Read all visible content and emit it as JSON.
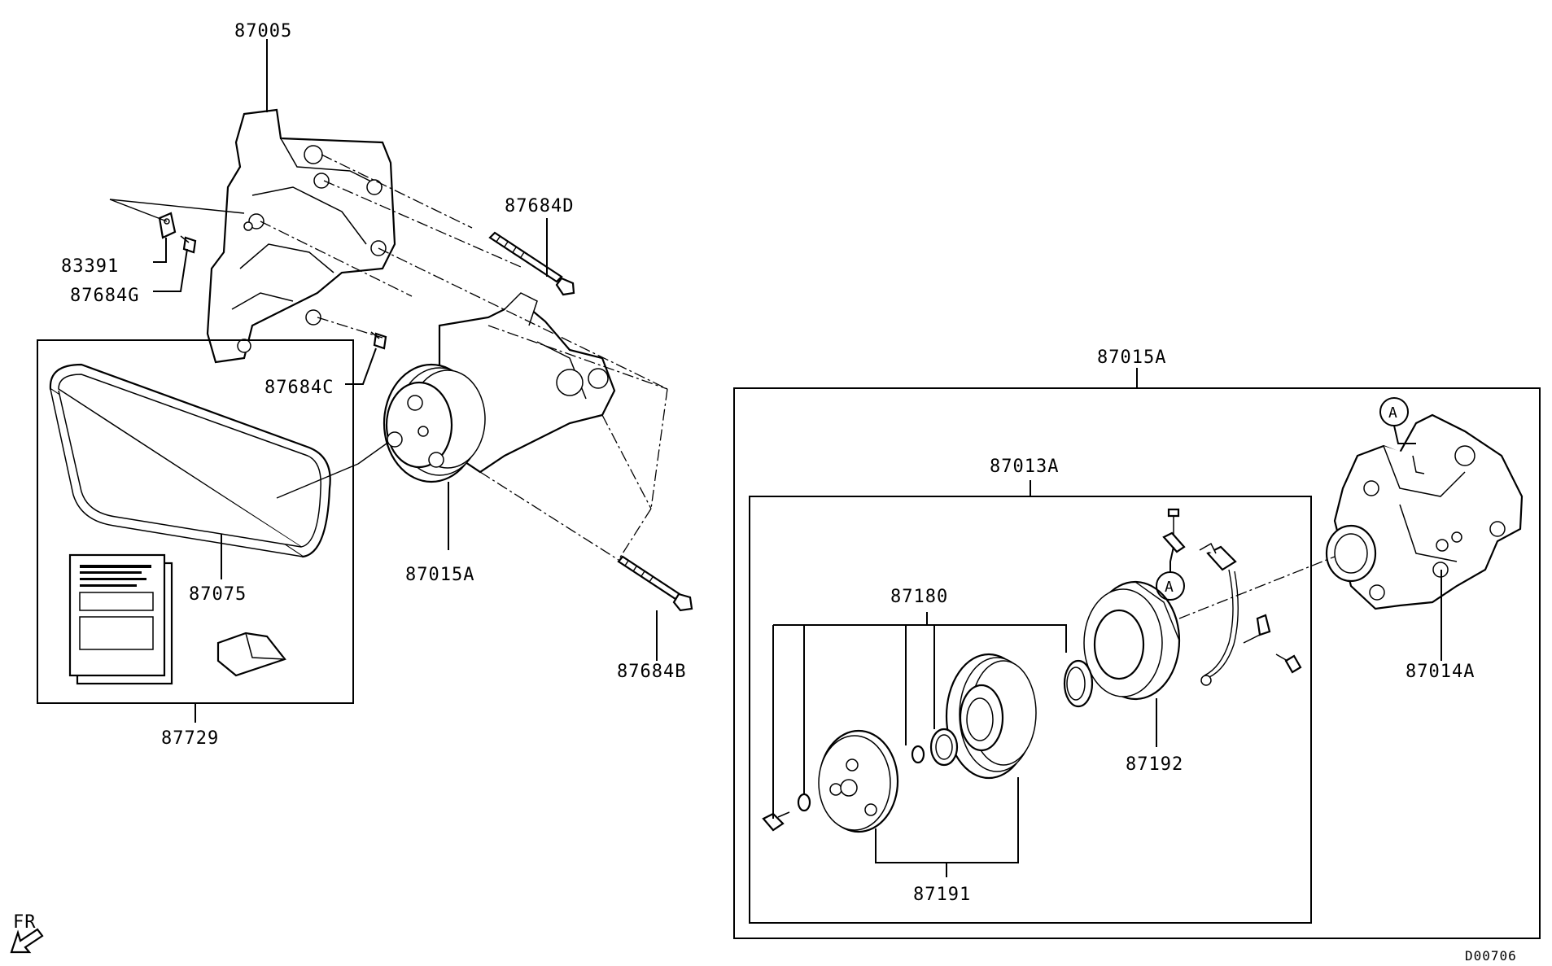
{
  "diagram": {
    "labels": {
      "p87005": "87005",
      "p87684D": "87684D",
      "p83391": "83391",
      "p87684G": "87684G",
      "p87684C": "87684C",
      "p87015A_left": "87015A",
      "p87075": "87075",
      "p87729": "87729",
      "p87684B": "87684B",
      "p87015A_box": "87015A",
      "p87013A": "87013A",
      "p87180": "87180",
      "p87192": "87192",
      "p87191": "87191",
      "p87014A": "87014A"
    },
    "callouts": {
      "a_bracket": "A",
      "a_compressor": "A"
    },
    "direction_indicator": "FR",
    "drawing_code": "D00706"
  }
}
